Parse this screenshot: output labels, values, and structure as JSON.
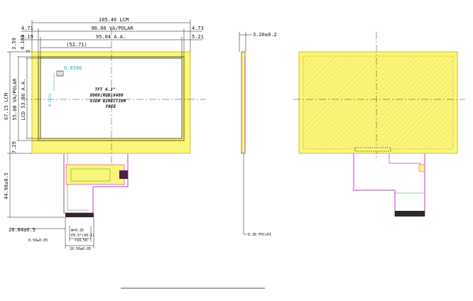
{
  "front_view": {
    "dims": {
      "lcm_width": "105.46 LCM",
      "va_polar_width": "96.00 VA/POLAR",
      "aa_width": "95.04 A.A.",
      "half_aa": "(52.71)",
      "left_471": "4.71",
      "left_519": "5.19",
      "right_473": "4.73",
      "right_521": "5.21",
      "top_359": "3.59",
      "top_4165": "4.165",
      "top_5": "5",
      "lcm_height": "67.15 LCM",
      "va_polar_height": "55.00 VA/POLAR",
      "lcd_aa_height": "LCD 53.86 A.A.",
      "bottom_729": "7.29",
      "fpc_length": "44.98±0.5",
      "fpc_2084": "20.84±0.5",
      "pin_w": "W=0.35",
      "pin_offset": "0.50±0.05",
      "pitch": "P0.5*(40-1)",
      "pitch_total": "=19.50",
      "fpc_width": "20.50±0.05",
      "pixel_x": "0.0396",
      "pixel_y": "0.1122"
    },
    "panel_text": [
      "TFT 4.3\"",
      "800X(RGB)X480",
      "VIEW DIRECTION",
      "FREE"
    ]
  },
  "side_view": {
    "thickness": "3.20±0.2",
    "fpc_thickness": "0.30 FPC+PI"
  },
  "colors": {
    "panel_fill": "#fbf57a",
    "outline": "#111111",
    "fpc": "#d12fd1",
    "fpc_green": "#2f9e2f",
    "dimension": "#111111",
    "annotation": "#19b5c8",
    "connector": "#222222"
  }
}
